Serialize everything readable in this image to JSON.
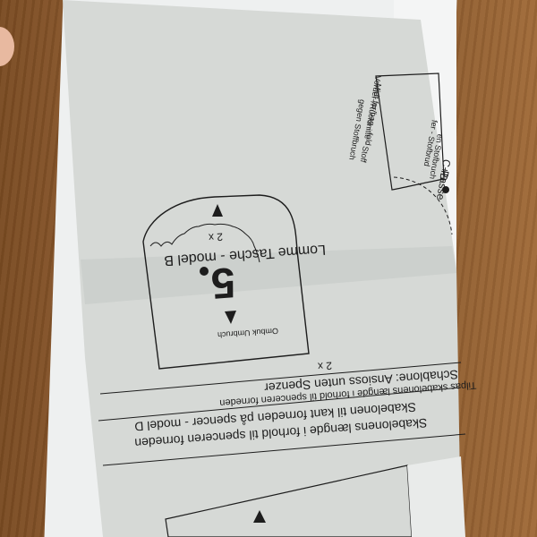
{
  "pattern": {
    "piece_number": "5",
    "piece_title": "Lomme Tasche - model B",
    "cut_count": "2 x",
    "fold_label": "Ombuk Umbruch",
    "strip_line1": "Skabelonen til kant forneden på spencer - model D",
    "strip_line2": "Skabelonens længde i forhold til spenceren forneden",
    "strip_line3": "Tilpas skabelonens længde i forhold til spenceren forneden",
    "strip_line4": "Schablone: Ansioss unten Spenzer",
    "strip_cut_count": "2 x",
    "side_label_1": "Midt for/bag - fold",
    "side_label_2": "Vorder-/Rückmitte - Stoff",
    "side_label_3": "gegen Stoffbruch",
    "side_label_4": "fer - Stofbrud",
    "side_label_5": "en Stofbruch",
    "side_label_6": "C+D",
    "side_label_7": "Passe"
  },
  "colors": {
    "table": "#8a5a2e",
    "paper": "#d9dcd9",
    "ink": "#1d1d1d"
  }
}
